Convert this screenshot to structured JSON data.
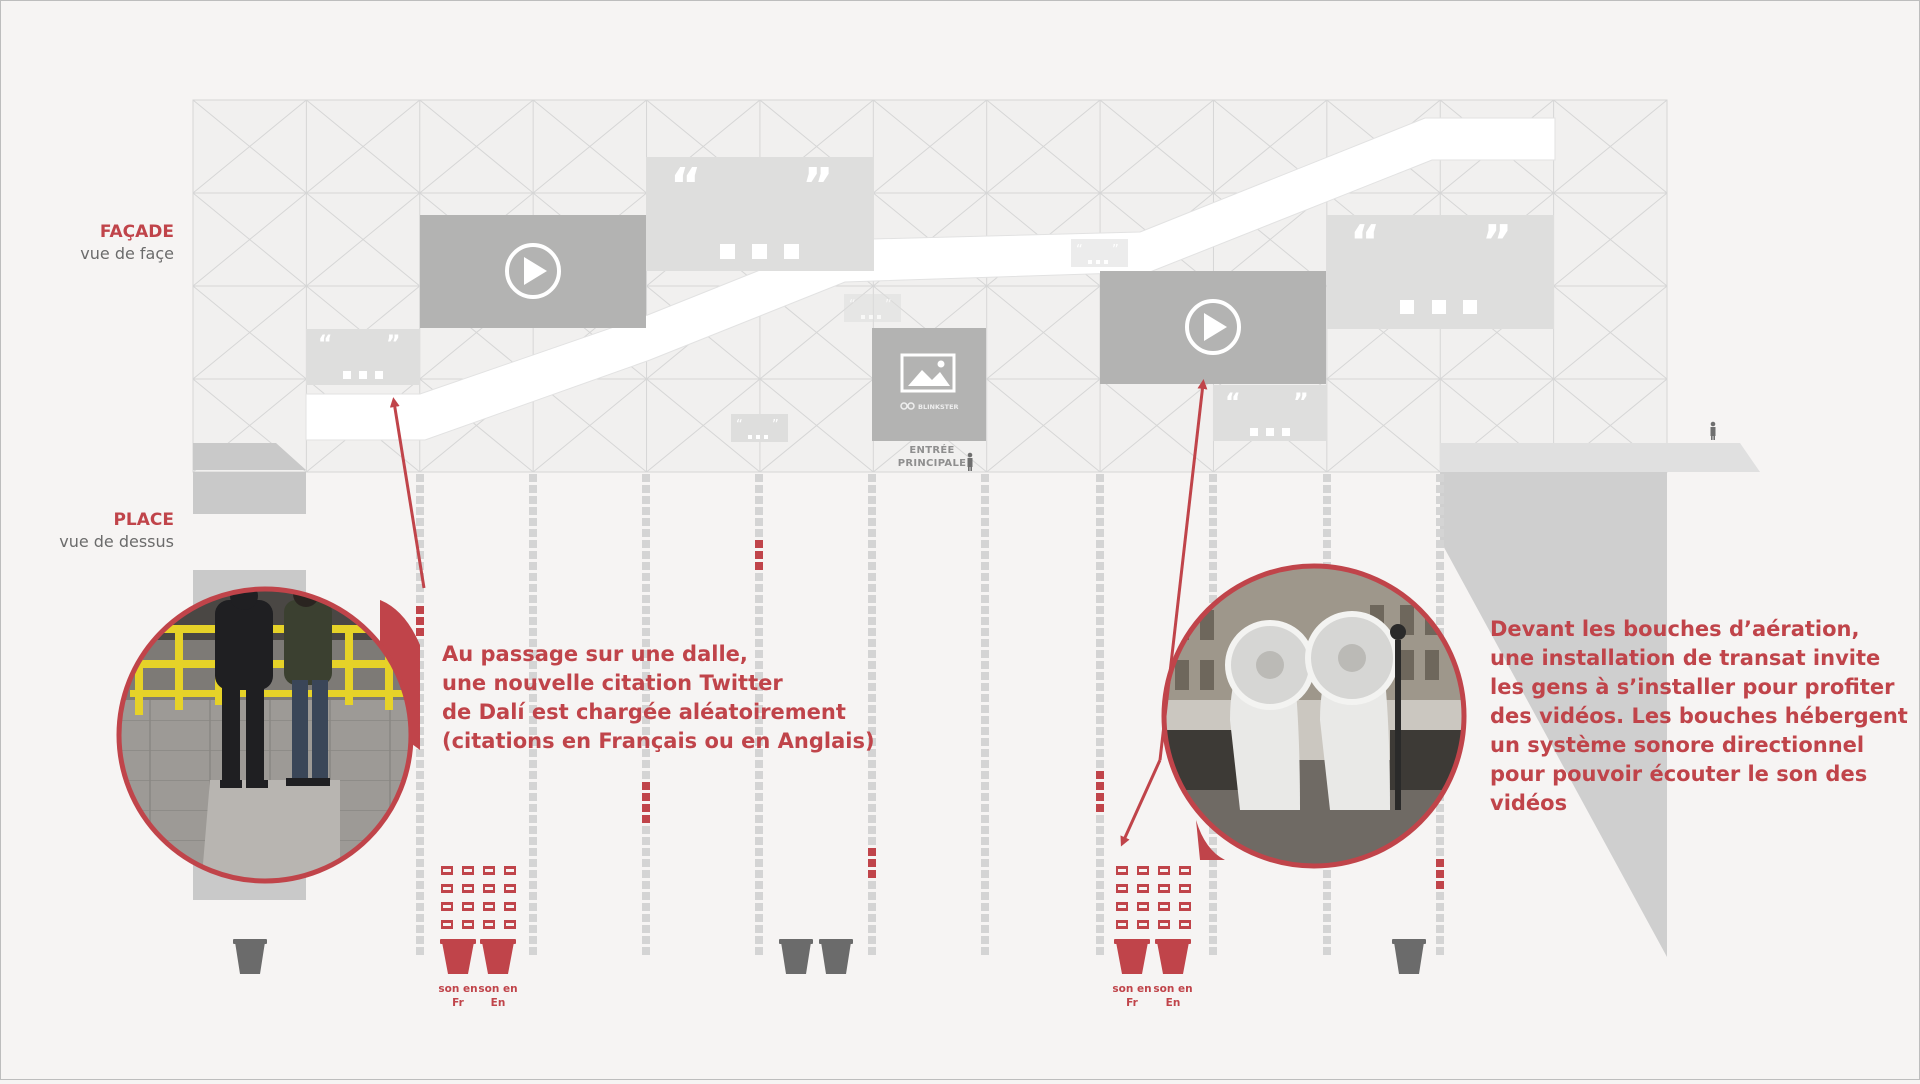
{
  "labels": {
    "facade_title": "FAÇADE",
    "facade_sub": "vue de façe",
    "place_title": "PLACE",
    "place_sub": "vue de dessus",
    "entree_line1": "ENTRÉE",
    "entree_line2": "PRINCIPALE",
    "blinkster": "BLINKSTER"
  },
  "annotation_left": [
    "Au passage sur une dalle,",
    "une nouvelle citation Twitter",
    "de Dalí est chargée aléatoirement",
    "(citations en Français ou en Anglais)"
  ],
  "annotation_right": [
    "Devant les bouches d’aération,",
    "une installation de transat invite",
    "les gens à s’installer pour profiter",
    "des vidéos. Les bouches hébergent",
    "un système sonore directionnel",
    "pour pouvoir écouter le son des",
    "vidéos"
  ],
  "speakers_left": [
    {
      "line1": "son en",
      "line2": "Fr"
    },
    {
      "line1": "son en",
      "line2": "En"
    }
  ],
  "speakers_right": [
    {
      "line1": "son en",
      "line2": "Fr"
    },
    {
      "line1": "son en",
      "line2": "En"
    }
  ],
  "colors": {
    "accent": "#c0444a",
    "panel_light": "#dededd",
    "panel_dark": "#b3b3b2",
    "pillar": "#d4d4d4",
    "bin": "#6b6b6b",
    "background": "#f6f4f3"
  },
  "icons": [
    "play-icon",
    "quote-icon",
    "image-icon",
    "person-icon",
    "trash-bin-icon",
    "speaker-pot-icon",
    "deck-chair-icon"
  ]
}
